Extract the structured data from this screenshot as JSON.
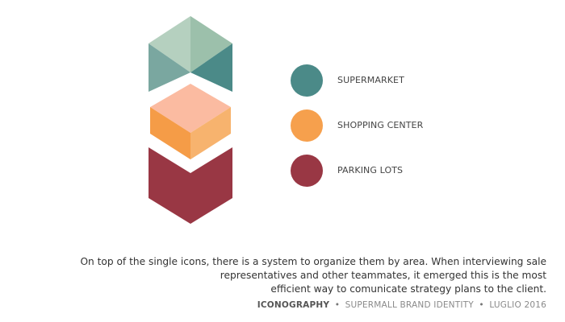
{
  "colors": {
    "supermarket": "#4b8a88",
    "shopping_center": "#f6a04d",
    "parking_lots": "#993744",
    "hex_top": "#a8c7b3",
    "hex_side_left": "#7aa7a0",
    "hex_side_right": "#4b8a88",
    "cube_top": "#fbbba1",
    "cube_left": "#f59c47",
    "cube_right": "#f7b36e",
    "chevron": "#993744"
  },
  "legend": [
    {
      "label": "SUPERMARKET",
      "color": "#4b8a88"
    },
    {
      "label": "SHOPPING CENTER",
      "color": "#f6a04d"
    },
    {
      "label": "PARKING LOTS",
      "color": "#993744"
    }
  ],
  "description": {
    "line1": "On top of the single icons, there is a system to organize them by area. When interviewing sale",
    "line2": "representatives and other teammates, it emerged this is the most",
    "line3": "efficient way to comunicate strategy plans to the client."
  },
  "footer": {
    "section": "ICONOGRAPHY",
    "project": "SUPERMALL BRAND IDENTITY",
    "date": "LUGLIO 2016",
    "separator": "•"
  }
}
